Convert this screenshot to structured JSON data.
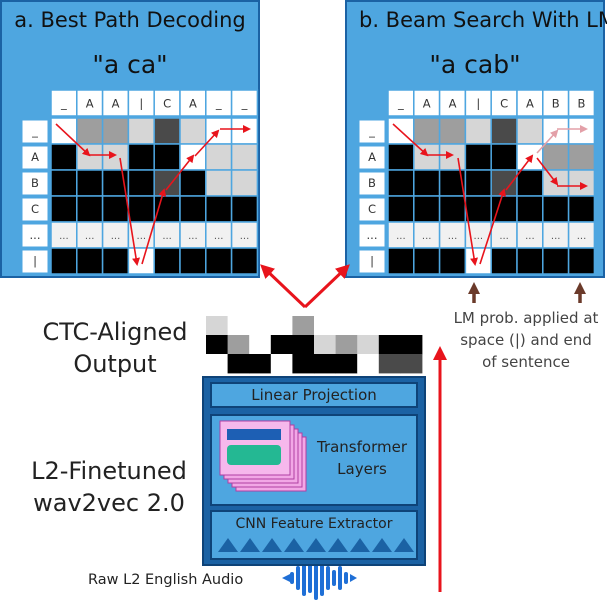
{
  "panel_a": {
    "title": "a. Best Path Decoding",
    "output": "\"a ca\"",
    "columns": [
      "_",
      "A",
      "A",
      "|",
      "C",
      "A",
      "_",
      "_"
    ],
    "rows": [
      "_",
      "A",
      "B",
      "C",
      "...",
      "|"
    ],
    "ellipsis_row": [
      "...",
      "...",
      "...",
      "...",
      "...",
      "...",
      "...",
      "..."
    ]
  },
  "panel_b": {
    "title": "b. Beam Search With LM",
    "output": "\"a cab\"",
    "columns": [
      "_",
      "A",
      "A",
      "|",
      "C",
      "A",
      "B",
      "B"
    ],
    "rows": [
      "_",
      "A",
      "B",
      "C",
      "...",
      "|"
    ],
    "ellipsis_row": [
      "...",
      "...",
      "...",
      "...",
      "...",
      "...",
      "...",
      "..."
    ]
  },
  "left_labels": {
    "ctc_line1": "CTC-Aligned",
    "ctc_line2": "Output",
    "model_line1": "L2-Finetuned",
    "model_line2": "wav2vec 2.0"
  },
  "model": {
    "linear_projection": "Linear Projection",
    "transformer_line1": "Transformer",
    "transformer_line2": "Layers",
    "cnn": "CNN Feature Extractor"
  },
  "note": {
    "line1": "LM prob. applied at",
    "line2": "space (|) and end",
    "line3": "of sentence"
  },
  "audio": {
    "label": "Raw L2 English Audio"
  },
  "colors": {
    "panel_bg": "#4ea6e0",
    "panel_border": "#1b62a4",
    "arrow_red": "#e8141c",
    "note_arrow": "#6b3a2a",
    "model_dark": "#1b62a4",
    "transformer_pink": "#f2a7e6"
  }
}
